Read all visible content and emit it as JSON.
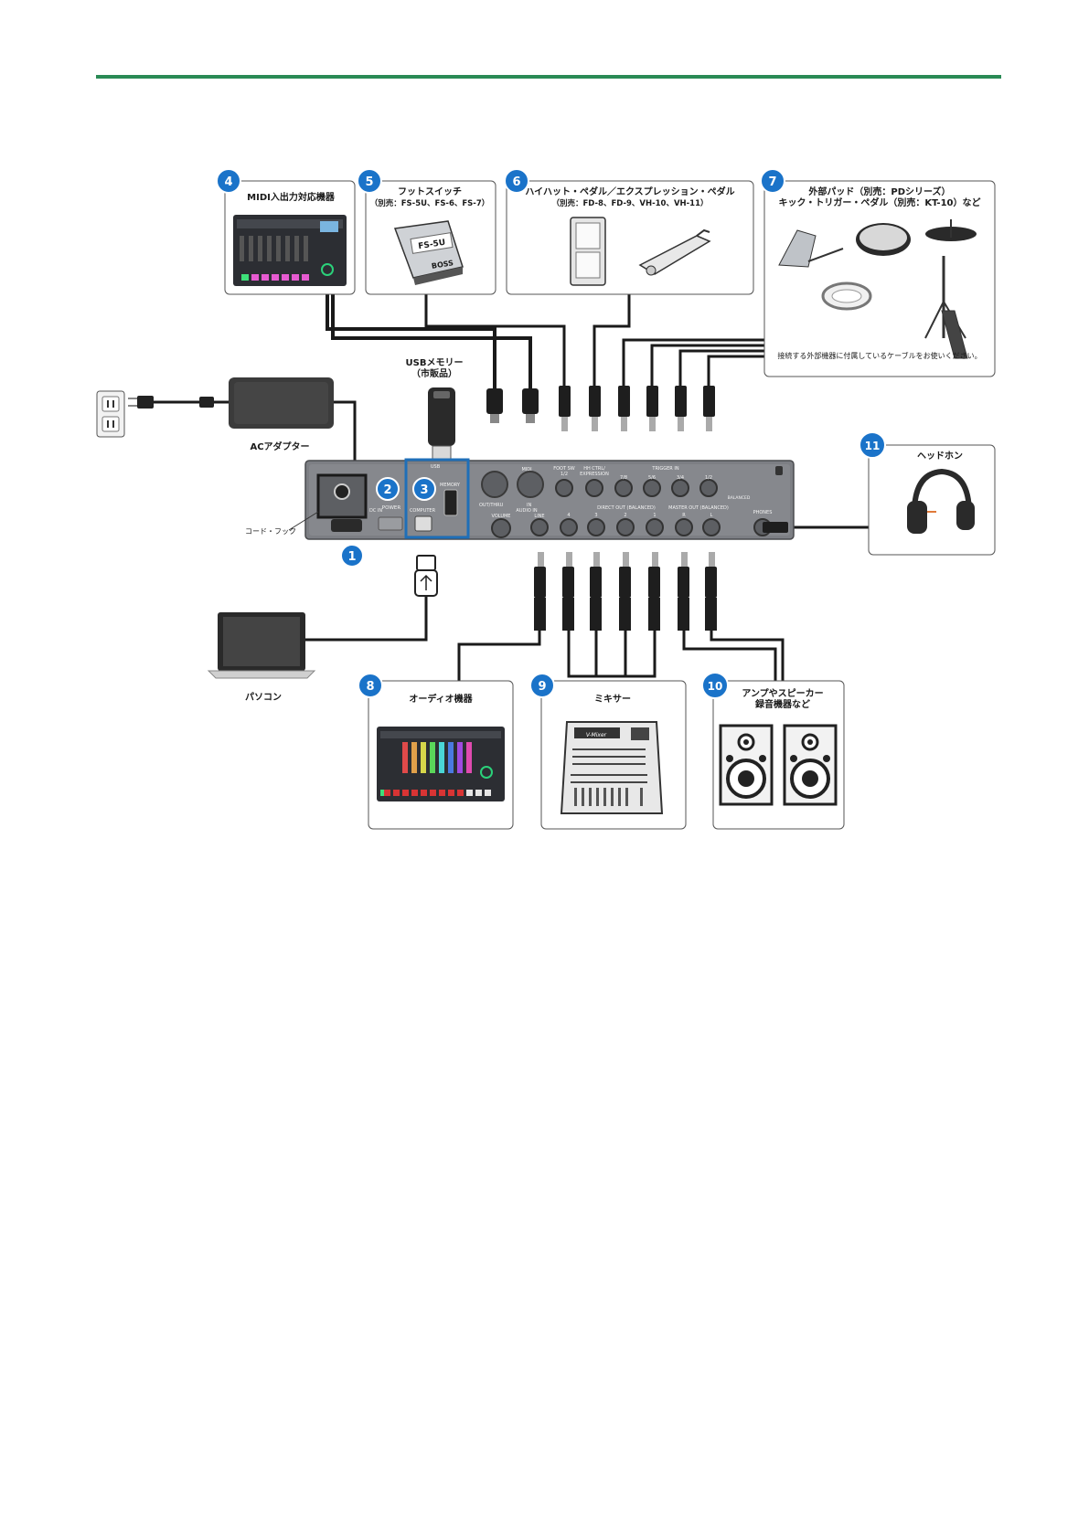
{
  "colors": {
    "rule": "#2a8a55",
    "badge": "#1a73c9",
    "badge_ring": "#ffffff",
    "box_border": "#555555",
    "cable": "#1a1a1a",
    "usb_highlight": "#1f6fb8",
    "panel": "#7d7f84"
  },
  "badges": [
    "1",
    "2",
    "3",
    "4",
    "5",
    "6",
    "7",
    "8",
    "9",
    "10",
    "11"
  ],
  "devices": {
    "midi": {
      "title": "MIDI入出力対応機器"
    },
    "footswitch": {
      "title": "フットスイッチ",
      "subtitle": "（別売：FS-5U、FS-6、FS-7）"
    },
    "pedal": {
      "title": "ハイハット・ペダル／エクスプレッション・ペダル",
      "subtitle": "（別売：FD-8、FD-9、VH-10、VH-11）"
    },
    "pads": {
      "title": "外部パッド（別売：PDシリーズ）",
      "subtitle": "キック・トリガー・ペダル（別売：KT-10）など",
      "note": "接続する外部機器に付属しているケーブルをお使いください。"
    },
    "usb_memory": {
      "title": "USBメモリー",
      "subtitle": "（市販品）"
    },
    "ac_adapter": {
      "title": "ACアダプター"
    },
    "cord_hook": {
      "title": "コード・フック"
    },
    "pc": {
      "title": "パソコン"
    },
    "audio": {
      "title": "オーディオ機器"
    },
    "mixer": {
      "title": "ミキサー"
    },
    "amp": {
      "title": "アンプやスピーカー",
      "subtitle": "録音機器など"
    },
    "headphones": {
      "title": "ヘッドホン"
    }
  },
  "panel_labels": {
    "midi": "MIDI",
    "out_thru": "OUT/THRU",
    "in": "IN",
    "foot_sw": "FOOT SW",
    "foot_sw_sub": "1/2",
    "hh_ctrl": "HH CTRL/",
    "expression": "EXPRESSION",
    "trigger_in": "TRIGGER IN",
    "trig_labels": [
      "1/2",
      "3/4",
      "5/6",
      "7/8"
    ],
    "audio_in": "AUDIO IN",
    "volume": "VOLUME",
    "line": "LINE",
    "direct_out": "DIRECT OUT (BALANCED)",
    "master_out": "MASTER OUT (BALANCED)",
    "direct_labels": [
      "4",
      "3",
      "2",
      "1"
    ],
    "master_labels": [
      "R",
      "L"
    ],
    "phones": "PHONES",
    "power": "POWER",
    "computer": "COMPUTER",
    "memory": "MEMORY",
    "usb": "USB",
    "dc_in": "DC IN",
    "balanced": "BALANCED"
  },
  "gadget_labels": {
    "mixer_brand": "V-Mixer",
    "footswitch_model": "FS-5U",
    "footswitch_brand": "BOSS"
  }
}
